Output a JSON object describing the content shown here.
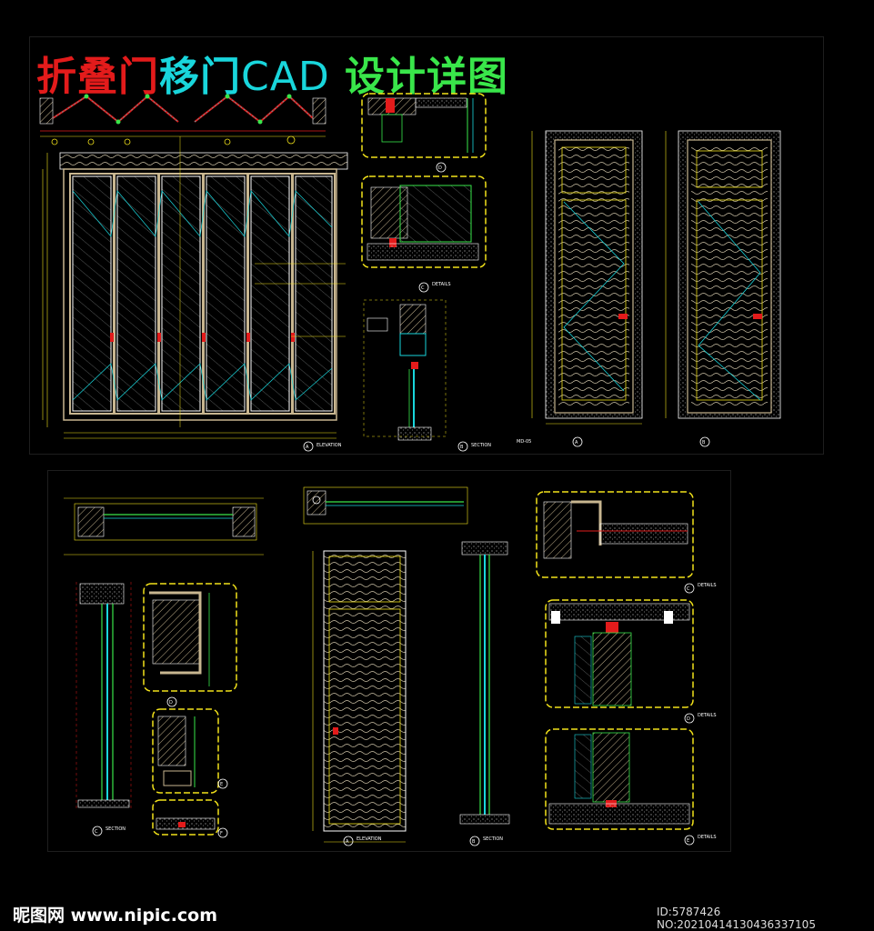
{
  "title": {
    "part1": "折叠门",
    "part2": "移门",
    "part3": "CAD",
    "part4": "设计详图"
  },
  "colors": {
    "red": "#e31b1b",
    "cyan": "#19d6dc",
    "green": "#39e64a",
    "yellow": "#f2e21a",
    "wood": "#c8b690",
    "white": "#ffffff"
  },
  "drawing": {
    "sheet_code": "MD-05",
    "labels": {
      "section": "SECTION",
      "elevation": "ELEVATION",
      "detail": "DETAILS"
    },
    "markers": {
      "a": "A",
      "b": "B",
      "c": "C",
      "d": "D",
      "e": "E",
      "f": "F"
    }
  },
  "watermark": {
    "left": "昵图网 www.nipic.com",
    "right": "ID:5787426 NO:20210414130436337105"
  }
}
